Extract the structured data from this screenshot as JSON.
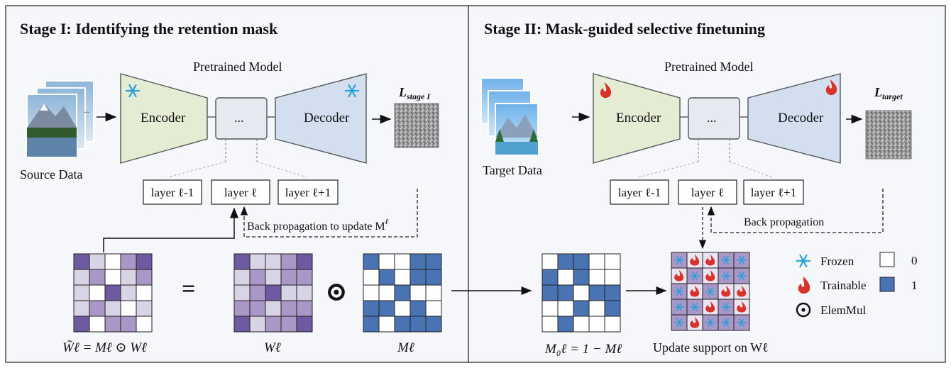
{
  "stage1": {
    "title": "Stage I: Identifying the retention mask",
    "pretrained_label": "Pretrained Model",
    "encoder_label": "Encoder",
    "middle_label": "...",
    "decoder_label": "Decoder",
    "loss_label_main": "L",
    "loss_label_sub": "stage I",
    "source_label": "Source Data",
    "layers": [
      "layer ℓ-1",
      "layer ℓ",
      "layer ℓ+1"
    ],
    "backprop_label": "Back propagation to update M",
    "backprop_sup": "ℓ",
    "formula_left": "W̃ℓ = Mℓ ⊙ Wℓ",
    "equals_symbol": "=",
    "odot_symbol": "⊙",
    "w_label": "Wℓ",
    "m_label": "Mℓ",
    "weighted_matrix": [
      [
        3,
        1,
        0,
        2,
        3
      ],
      [
        1,
        2,
        0,
        1,
        2
      ],
      [
        1,
        0,
        3,
        1,
        0
      ],
      [
        1,
        2,
        1,
        0,
        1
      ],
      [
        3,
        0,
        2,
        2,
        0
      ]
    ],
    "w_matrix": [
      [
        3,
        1,
        1,
        2,
        3
      ],
      [
        1,
        2,
        1,
        2,
        2
      ],
      [
        1,
        2,
        3,
        1,
        1
      ],
      [
        2,
        2,
        1,
        2,
        2
      ],
      [
        3,
        1,
        2,
        2,
        3
      ]
    ],
    "mask_matrix": [
      [
        1,
        0,
        0,
        1,
        1
      ],
      [
        0,
        1,
        0,
        1,
        1
      ],
      [
        0,
        0,
        1,
        0,
        0
      ],
      [
        1,
        1,
        0,
        1,
        0
      ],
      [
        1,
        0,
        1,
        1,
        1
      ]
    ]
  },
  "stage2": {
    "title": "Stage II: Mask-guided selective finetuning",
    "pretrained_label": "Pretrained Model",
    "encoder_label": "Encoder",
    "middle_label": "...",
    "decoder_label": "Decoder",
    "loss_label_main": "L",
    "loss_label_sub": "target",
    "target_label": "Target Data",
    "layers": [
      "layer ℓ-1",
      "layer ℓ",
      "layer ℓ+1"
    ],
    "backprop_label": "Back propagation",
    "m0_label": "M₀ℓ = 1 − Mℓ",
    "update_label": "Update support on Wℓ",
    "m0_matrix": [
      [
        0,
        1,
        1,
        0,
        0
      ],
      [
        1,
        0,
        1,
        0,
        0
      ],
      [
        1,
        1,
        0,
        1,
        1
      ],
      [
        0,
        0,
        1,
        0,
        1
      ],
      [
        0,
        1,
        0,
        0,
        0
      ]
    ],
    "support_matrix": [
      [
        "F",
        "T",
        "T",
        "F",
        "F"
      ],
      [
        "T",
        "F",
        "T",
        "F",
        "F"
      ],
      [
        "F",
        "T",
        "F",
        "T",
        "T"
      ],
      [
        "F",
        "F",
        "T",
        "F",
        "T"
      ],
      [
        "F",
        "T",
        "F",
        "F",
        "F"
      ]
    ],
    "legend": {
      "frozen": "Frozen",
      "trainable": "Trainable",
      "elemmul": "ElemMul",
      "zero": "0",
      "one": "1"
    }
  },
  "colors": {
    "encoder_fill": "#e4ecd4",
    "decoder_fill": "#d3dfef",
    "middle_fill": "#e6e9ef",
    "purple_levels": [
      "#ffffff",
      "#d9d3e6",
      "#a897c7",
      "#6e5aa0"
    ],
    "mask_blue": "#4a73b4",
    "frozen_icon": "#2aa0d8",
    "trainable_icon": "#d8332a"
  }
}
